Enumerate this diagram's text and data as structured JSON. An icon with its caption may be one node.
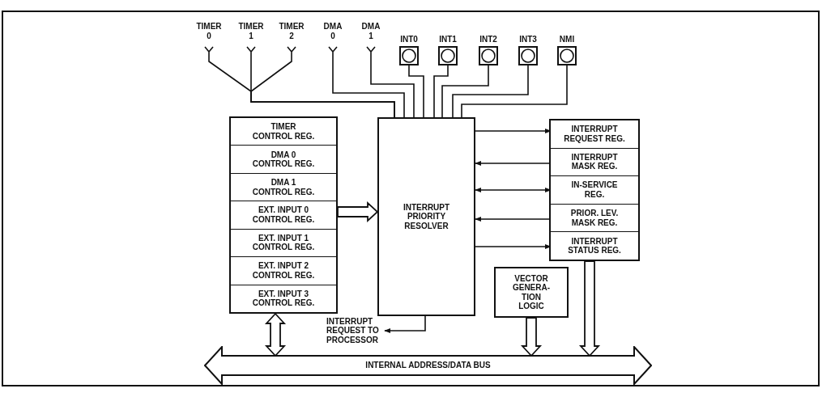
{
  "diagram": {
    "nodes": [
      {
        "text": [
          "TIMER 0"
        ]
      },
      {
        "text": [
          "TIMER 1"
        ]
      },
      {
        "text": [
          "TIMER 2"
        ]
      },
      {
        "text": [
          "DMA 0"
        ]
      },
      {
        "text": [
          "DMA 1"
        ]
      },
      {
        "text": [
          "INT0"
        ]
      },
      {
        "text": [
          "INT1"
        ]
      },
      {
        "text": [
          "INT2"
        ]
      },
      {
        "text": [
          "INT3"
        ]
      },
      {
        "text": [
          "NMI"
        ]
      },
      {
        "text": [],
        "shape": "box"
      },
      {
        "text": [
          "TIMER CONTROL REG."
        ],
        "in": 10
      },
      {
        "text": [
          "DMA 0 CONTROL REG."
        ],
        "in": 10
      },
      {
        "text": [
          "DMA 1 CONTROL REG."
        ],
        "in": 10
      },
      {
        "text": [
          "EXT. INPUT 0 CONTROL REG."
        ],
        "in": 10
      },
      {
        "text": [
          "EXT. INPUT 1 CONTROL REG."
        ],
        "in": 10
      },
      {
        "text": [
          "EXT. INPUT 2 CONTROL REG."
        ],
        "in": 10
      },
      {
        "text": [
          "EXT. INPUT 3 CONTROL REG."
        ],
        "in": 10
      },
      {
        "text": [
          "INTERRUPT PRIORITY RESOLVER"
        ]
      },
      {
        "text": [],
        "shape": "box"
      },
      {
        "text": [
          "INTERRUPT REQUEST REG."
        ],
        "in": 19
      },
      {
        "text": [
          "INTERRUPT MASK REG."
        ],
        "in": 19
      },
      {
        "text": [
          "IN-SERVICE REG."
        ],
        "in": 19
      },
      {
        "text": [
          "PRIOR. LEV. MASK REG."
        ],
        "in": 19
      },
      {
        "text": [
          "INTERRUPT STATUS REG."
        ],
        "in": 19
      },
      {
        "text": [
          "VECTOR GENERA- TION LOGIC"
        ]
      },
      {
        "text": [
          "INTERNAL ADDRESS/DATA BUS"
        ]
      },
      {
        "text": [
          "INTERRUPT REQUEST TO PROCESSOR"
        ]
      }
    ],
    "edges": [
      {
        "from": 0,
        "to": 18,
        "arrow": "none"
      },
      {
        "from": 1,
        "to": 18,
        "arrow": "none"
      },
      {
        "from": 2,
        "to": 18,
        "arrow": "none"
      },
      {
        "from": 3,
        "to": 18,
        "arrow": "none"
      },
      {
        "from": 4,
        "to": 18,
        "arrow": "none"
      },
      {
        "from": 5,
        "to": 18,
        "arrow": "none"
      },
      {
        "from": 6,
        "to": 18,
        "arrow": "none"
      },
      {
        "from": 7,
        "to": 18,
        "arrow": "none"
      },
      {
        "from": 8,
        "to": 18,
        "arrow": "none"
      },
      {
        "from": 9,
        "to": 18,
        "arrow": "none"
      },
      {
        "from": 10,
        "to": 18,
        "arrow": "to",
        "style": "thick"
      },
      {
        "from": 18,
        "to": 20,
        "arrow": "to"
      },
      {
        "from": 21,
        "to": 18,
        "arrow": "to"
      },
      {
        "from": 18,
        "to": 22,
        "arrow": "both"
      },
      {
        "from": 23,
        "to": 18,
        "arrow": "to"
      },
      {
        "from": 18,
        "to": 24,
        "arrow": "to"
      },
      {
        "from": 18,
        "to": 27,
        "arrow": "to"
      },
      {
        "from": 10,
        "to": 26,
        "arrow": "both",
        "style": "thick"
      },
      {
        "from": 25,
        "to": 26,
        "arrow": "to",
        "style": "thick"
      },
      {
        "from": 19,
        "to": 26,
        "arrow": "to",
        "style": "thick"
      }
    ]
  }
}
